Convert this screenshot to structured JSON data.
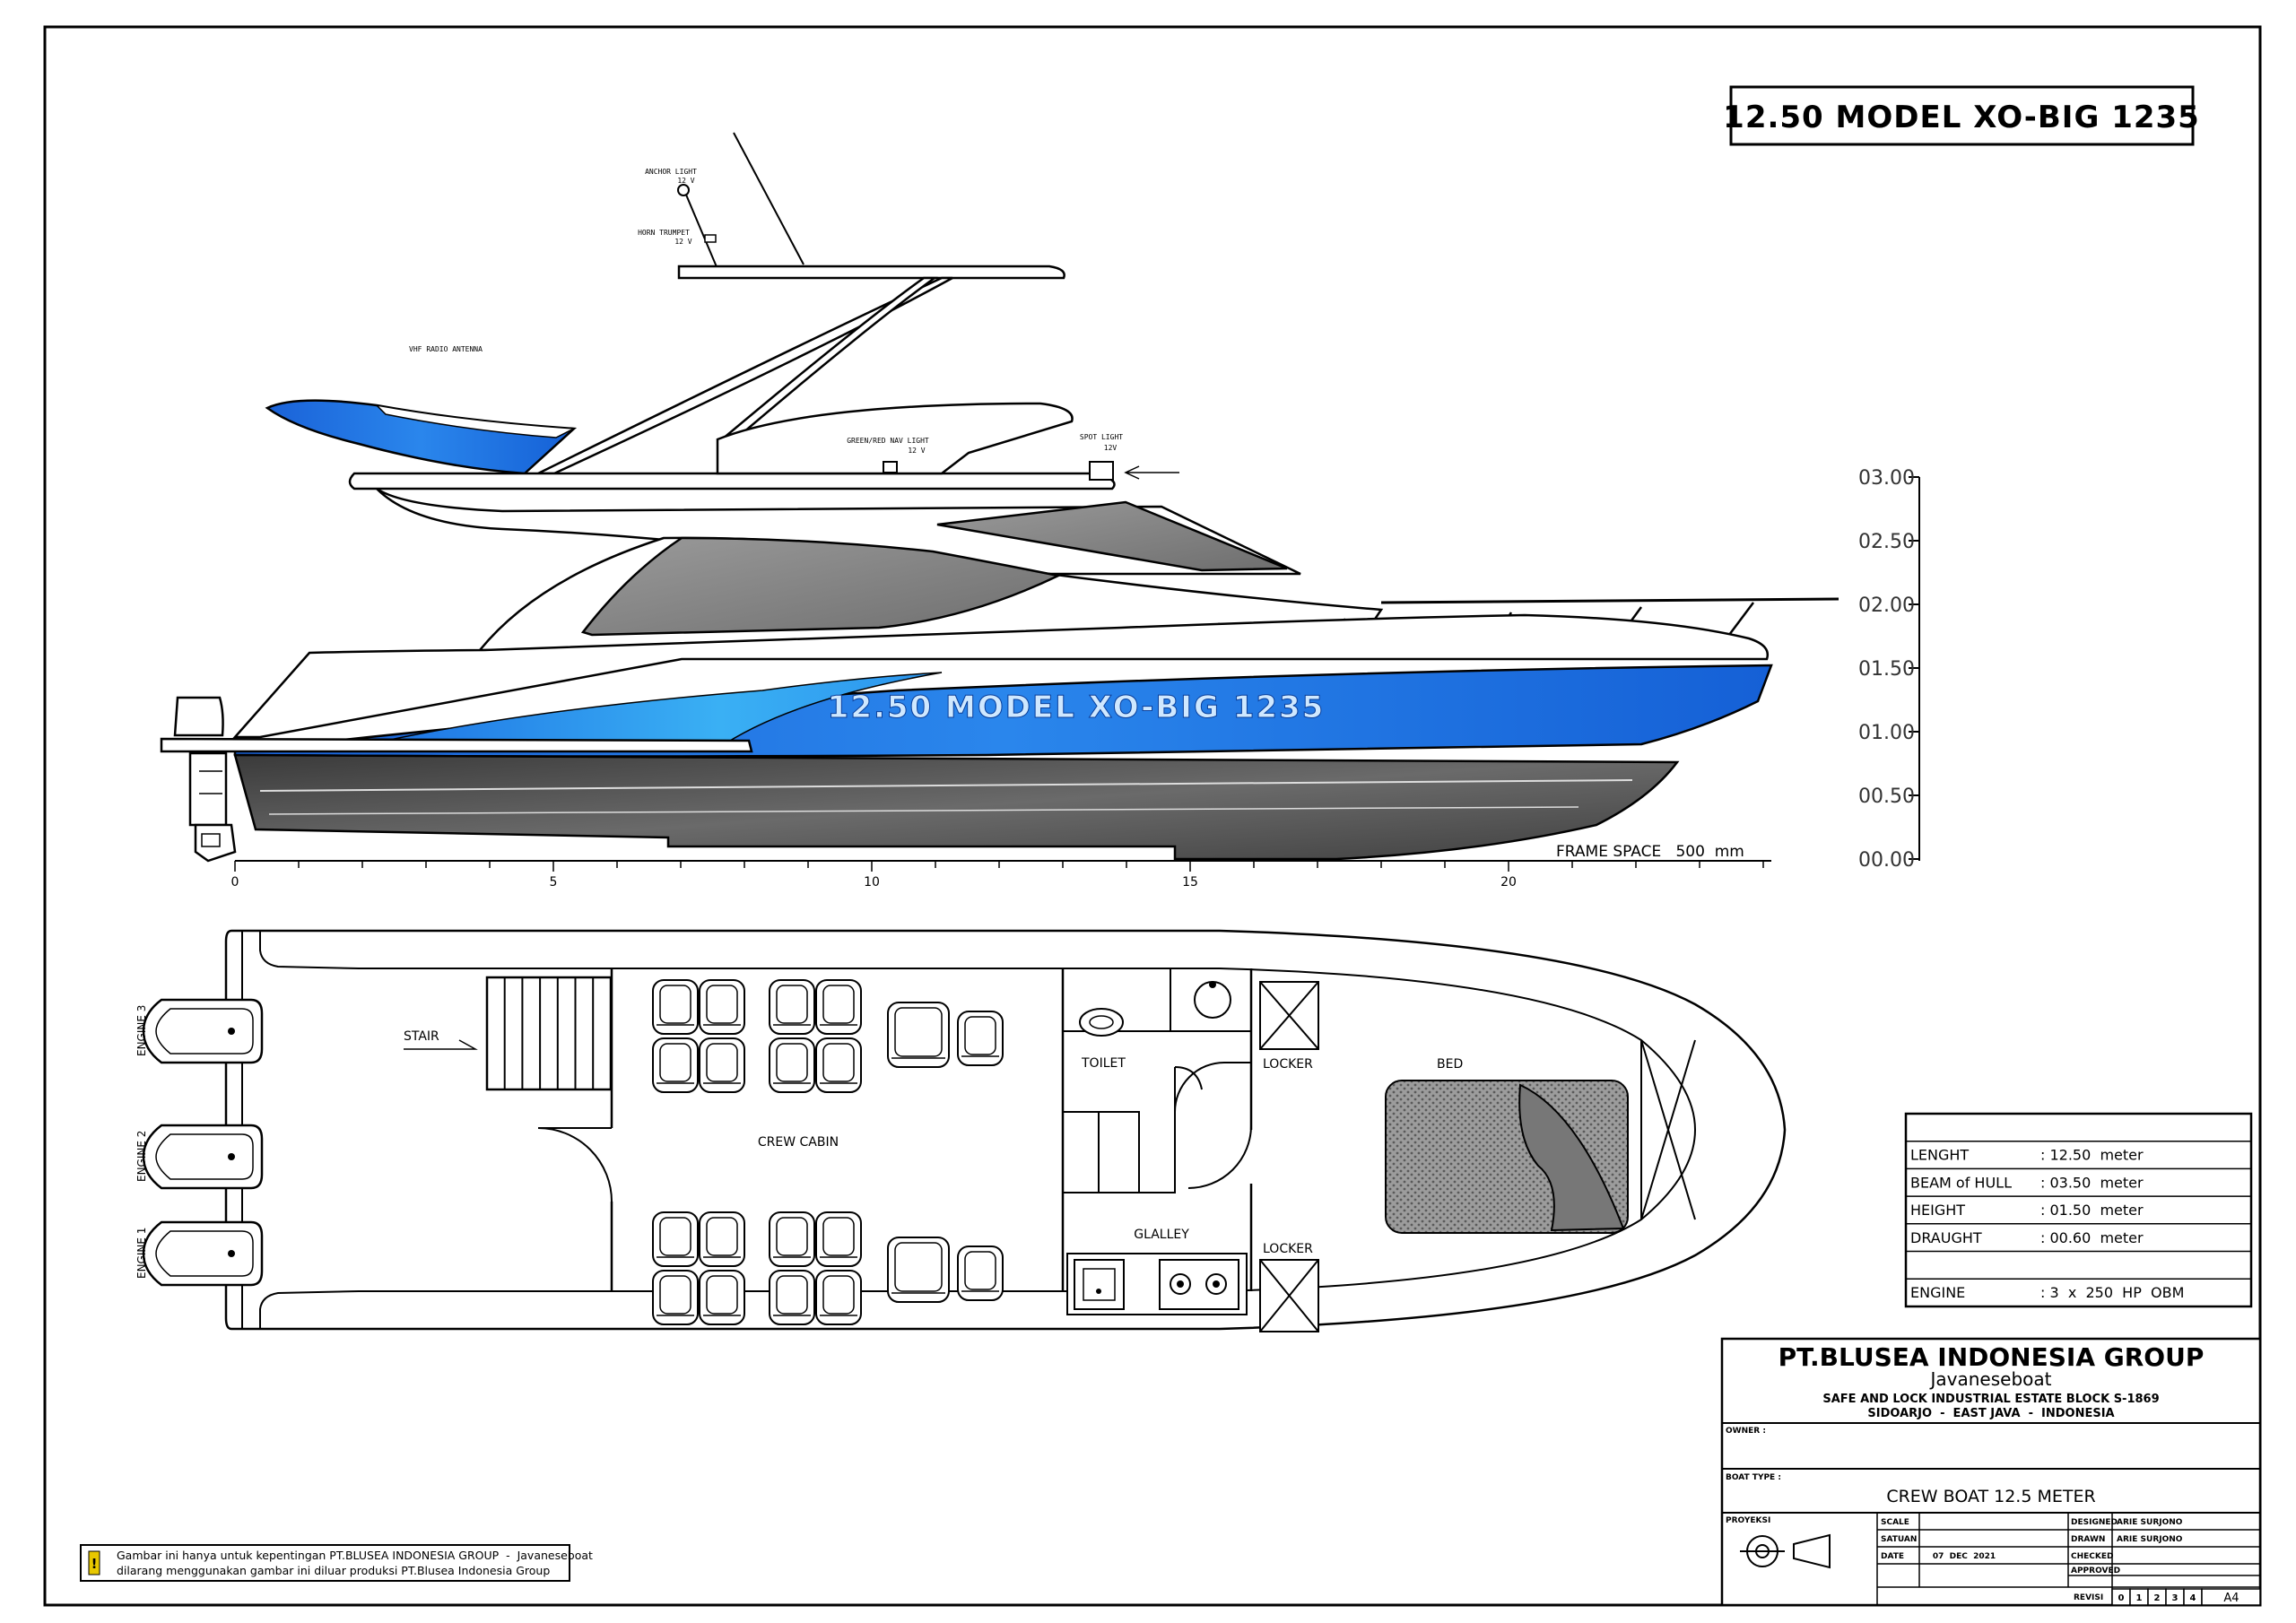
{
  "model_title": "12.50 MODEL XO-BIG 1235",
  "hull_text": "12.50 MODEL XO-BIG 1235",
  "profile_labels": {
    "anchor_light": "ANCHOR LIGHT",
    "anchor_light_v": "12 V",
    "horn_trumpet": "HORN TRUMPET",
    "horn_trumpet_v": "12 V",
    "vhf_antenna": "VHF RADIO ANTENNA",
    "nav_light": "GREEN/RED NAV LIGHT",
    "nav_light_v": "12 V",
    "spot_light": "SPOT LIGHT",
    "spot_light_v": "12V",
    "frame_space": "FRAME SPACE   500  mm"
  },
  "height_scale": [
    "03.00",
    "02.50",
    "02.00",
    "01.50",
    "01.00",
    "00.50",
    "00.00"
  ],
  "frame_numbers": [
    "0",
    "5",
    "10",
    "15",
    "20"
  ],
  "plan_labels": {
    "stair": "STAIR",
    "crew_cabin": "CREW CABIN",
    "toilet": "TOILET",
    "locker_top": "LOCKER",
    "locker_bottom": "LOCKER",
    "galley": "GLALLEY",
    "bed": "BED",
    "engines": [
      "ENGINE 3",
      "ENGINE 2",
      "ENGINE 1"
    ]
  },
  "specs": [
    {
      "label": "LENGHT",
      "value": ": 12.50  meter"
    },
    {
      "label": "BEAM of HULL",
      "value": ": 03.50  meter"
    },
    {
      "label": "HEIGHT",
      "value": ": 01.50  meter"
    },
    {
      "label": "DRAUGHT",
      "value": ": 00.60  meter"
    },
    {
      "label": "",
      "value": ""
    },
    {
      "label": "ENGINE",
      "value": ": 3  x  250  HP  OBM"
    }
  ],
  "title_block": {
    "company": "PT.BLUSEA INDONESIA GROUP",
    "brand": "Javaneseboat",
    "address1": "SAFE AND LOCK INDUSTRIAL ESTATE BLOCK S-1869",
    "address2": "SIDOARJO  -  EAST JAVA  -  INDONESIA",
    "owner_label": "OWNER :",
    "boat_type_label": "BOAT TYPE :",
    "boat_type": "CREW BOAT 12.5 METER",
    "proyeksi": "PROYEKSI",
    "scale": "SCALE",
    "satuan": "SATUAN",
    "date_label": "DATE",
    "date": "07  DEC  2021",
    "designed": "DESIGNED",
    "drawn": "DRAWN",
    "checked": "CHECKED",
    "approved": "APPROVED",
    "designer": "ARIE SURJONO",
    "drawer": "ARIE SURJONO",
    "revisi": "REVISI",
    "revisions": [
      "0",
      "1",
      "2",
      "3",
      "4"
    ],
    "paper": "A4"
  },
  "note_line1": "Gambar ini hanya untuk kepentingan PT.BLUSEA INDONESIA GROUP  -  Javaneseboat",
  "note_line2": "dilarang menggunakan gambar ini diluar produksi PT.Blusea Indonesia Group",
  "note_icon": "warning-icon",
  "colors": {
    "hull_blue": "#1a6fe0",
    "hull_light_blue": "#33a6f0",
    "bottom_grey": "#4a4a4a",
    "window_grey": "#8a8a8a"
  }
}
